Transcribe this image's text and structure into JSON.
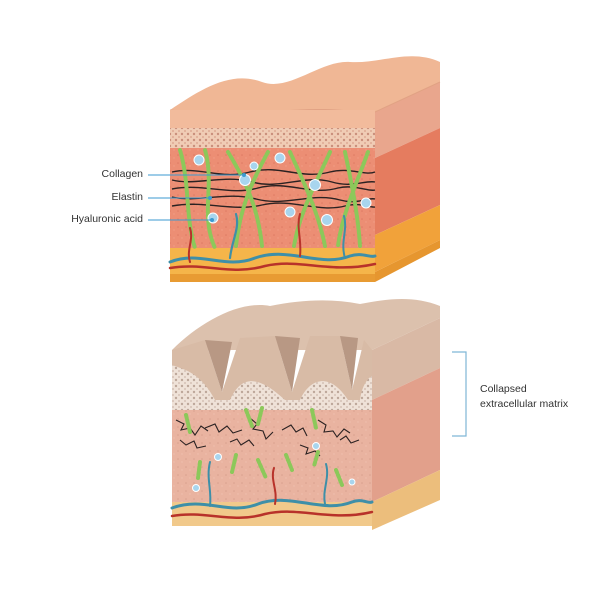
{
  "labels": {
    "collagen": "Collagen",
    "elastin": "Elastin",
    "hyaluronic_acid": "Hyaluronic acid",
    "collapsed_line1": "Collapsed",
    "collapsed_line2": "extracellular matrix"
  },
  "colors": {
    "callout_line": "#3b9ad0",
    "bracket": "#7fb6d6",
    "epidermis_top": "#f0b795",
    "epidermis_top_aged": "#d9c0ad",
    "dermis": "#ee8f73",
    "dermis_aged": "#e7b09c",
    "fat_layer": "#f5b54a",
    "collagen_fiber": "#8cc85a",
    "elastin_fiber": "#2b2222",
    "hyaluronic_acid": "#a8d5ee",
    "vessel_blue": "#3e8fa8",
    "vessel_red": "#b8322a"
  }
}
